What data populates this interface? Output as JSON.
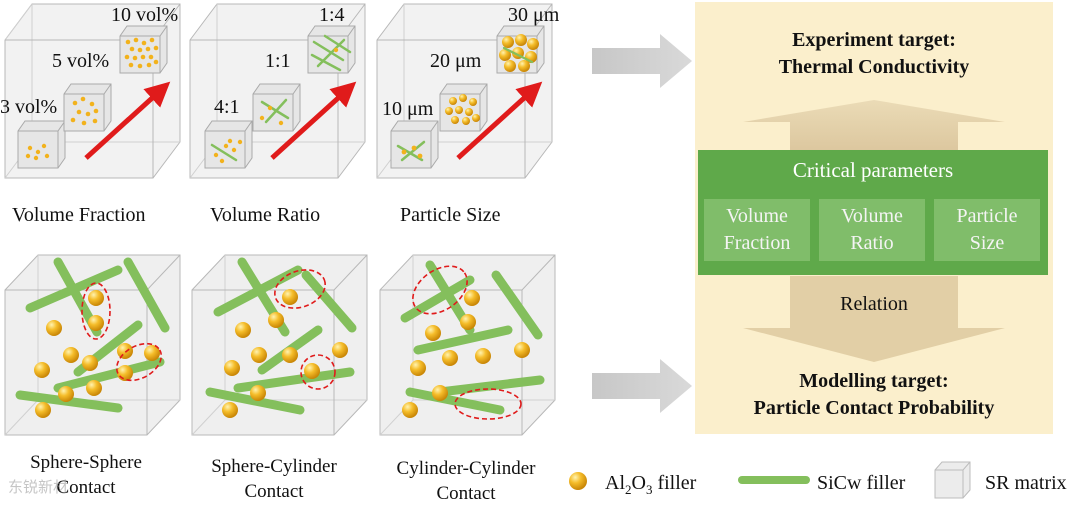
{
  "top_panels": {
    "volume_fraction": {
      "levels": [
        "3 vol%",
        "5 vol%",
        "10 vol%"
      ],
      "caption": "Volume Fraction"
    },
    "volume_ratio": {
      "levels": [
        "4:1",
        "1:1",
        "1:4"
      ],
      "caption": "Volume Ratio"
    },
    "particle_size": {
      "levels": [
        "10 μm",
        "20 μm",
        "30 μm"
      ],
      "caption": "Particle Size"
    }
  },
  "contact_panels": [
    {
      "caption_line1": "Sphere-Sphere",
      "caption_line2": "Contact"
    },
    {
      "caption_line1": "Sphere-Cylinder",
      "caption_line2": "Contact"
    },
    {
      "caption_line1": "Cylinder-Cylinder",
      "caption_line2": "Contact"
    }
  ],
  "right_panel": {
    "experiment_target_line1": "Experiment target:",
    "experiment_target_line2": "Thermal Conductivity",
    "critical_parameters_title": "Critical parameters",
    "parameters": [
      {
        "line1": "Volume",
        "line2": "Fraction"
      },
      {
        "line1": "Volume",
        "line2": "Ratio"
      },
      {
        "line1": "Particle",
        "line2": "Size"
      }
    ],
    "relation_label": "Relation",
    "modelling_target_line1": "Modelling target:",
    "modelling_target_line2": "Particle Contact Probability"
  },
  "legend": {
    "al2o3_prefix": "Al",
    "al2o3_sub1": "2",
    "al2o3_mid": "O",
    "al2o3_sub2": "3",
    "al2o3_suffix": " filler",
    "sicw": "SiCw filler",
    "sr": "SR matrix"
  },
  "colors": {
    "sphere": "#f2b21c",
    "whisker": "#84bf5c",
    "arrow": "#e01b1b",
    "panel_bg": "#fbefcc",
    "critical_bg": "#5fa94a",
    "param_bg": "#80bd6a",
    "contact_ring": "#e01b1b"
  },
  "watermark": "东锐新材"
}
